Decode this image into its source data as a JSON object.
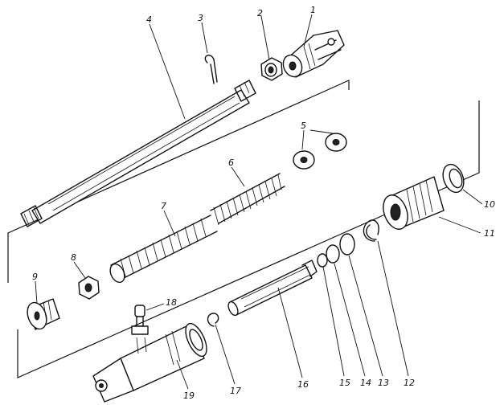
{
  "figure": {
    "callouts": [
      {
        "id": "c1",
        "label": "1"
      },
      {
        "id": "c2",
        "label": "2"
      },
      {
        "id": "c3",
        "label": "3"
      },
      {
        "id": "c4",
        "label": "4"
      },
      {
        "id": "c5",
        "label": "5"
      },
      {
        "id": "c6",
        "label": "6"
      },
      {
        "id": "c7",
        "label": "7"
      },
      {
        "id": "c8",
        "label": "8"
      },
      {
        "id": "c9",
        "label": "9"
      },
      {
        "id": "c10",
        "label": "10"
      },
      {
        "id": "c11",
        "label": "11"
      },
      {
        "id": "c12",
        "label": "12"
      },
      {
        "id": "c13",
        "label": "13"
      },
      {
        "id": "c14",
        "label": "14"
      },
      {
        "id": "c15",
        "label": "15"
      },
      {
        "id": "c16",
        "label": "16"
      },
      {
        "id": "c17",
        "label": "17"
      },
      {
        "id": "c18",
        "label": "18"
      },
      {
        "id": "c19",
        "label": "19"
      }
    ]
  }
}
